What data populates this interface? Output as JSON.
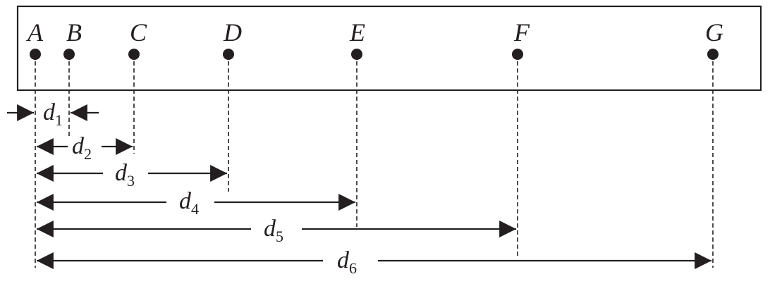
{
  "points": [
    {
      "id": "A",
      "label": "A"
    },
    {
      "id": "B",
      "label": "B"
    },
    {
      "id": "C",
      "label": "C"
    },
    {
      "id": "D",
      "label": "D"
    },
    {
      "id": "E",
      "label": "E"
    },
    {
      "id": "F",
      "label": "F"
    },
    {
      "id": "G",
      "label": "G"
    }
  ],
  "distances": [
    {
      "id": "d1",
      "symbol": "d",
      "subscript": "1",
      "from": "A",
      "to": "B"
    },
    {
      "id": "d2",
      "symbol": "d",
      "subscript": "2",
      "from": "A",
      "to": "C"
    },
    {
      "id": "d3",
      "symbol": "d",
      "subscript": "3",
      "from": "A",
      "to": "D"
    },
    {
      "id": "d4",
      "symbol": "d",
      "subscript": "4",
      "from": "A",
      "to": "E"
    },
    {
      "id": "d5",
      "symbol": "d",
      "subscript": "5",
      "from": "A",
      "to": "F"
    },
    {
      "id": "d6",
      "symbol": "d",
      "subscript": "6",
      "from": "A",
      "to": "G"
    }
  ],
  "colors": {
    "ink": "#231f20",
    "background": "#ffffff"
  }
}
